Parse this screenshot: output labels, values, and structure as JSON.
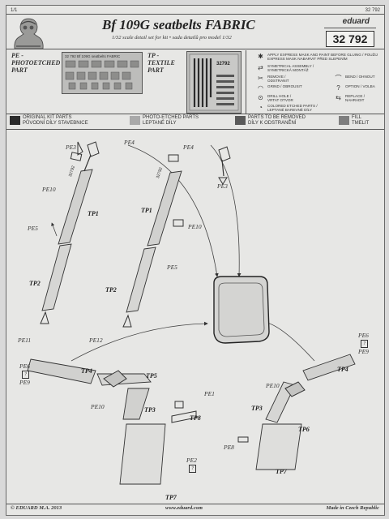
{
  "header": {
    "sheet_no": "1/1",
    "code_top": "32 792",
    "title": "Bf 109G seatbelts FABRIC",
    "subtitle": "1/32 scale detail set for kit • sada detailů pro model 1/32",
    "brand": "eduard",
    "catalog_number": "32 792"
  },
  "parts": {
    "pe_label": "PE - PHOTOETCHED PART",
    "tp_label": "TP - TEXTILE PART",
    "pe_fret_text": "32 792  Bf 109G seatbelts FABRIC",
    "tp_fret_text": "32792"
  },
  "legend": [
    {
      "icon": "star-icon",
      "glyph": "✱",
      "text": "APPLY EXPRESS MASK AND PAINT BEFORE GLUING / POUŽIJ EXPRESS MASK NABARVIT PŘED SLEPENÍM"
    },
    {
      "icon": "symmetry-icon",
      "glyph": "⇄",
      "text": "SYMETRICAL ASSEMBLY / SYMETRICKÁ MONTÁŽ"
    },
    {
      "icon": "remove-icon",
      "glyph": "✂",
      "text": "REMOVE / ODSTRANIT"
    },
    {
      "icon": "grind-icon",
      "glyph": "◠",
      "text": "GRIND / OBROUSIT"
    },
    {
      "icon": "drill-icon",
      "glyph": "⊙",
      "text": "DRILL HOLE / VRTAT OTVOR"
    },
    {
      "icon": "colored-icon",
      "glyph": "◔",
      "text": "COLORED ETCHED PARTS / LEPTANÉ BAREVNÉ DÍLY"
    },
    {
      "icon": "bend-icon",
      "glyph": "⌒",
      "text": "BEND / OHNOUT"
    },
    {
      "icon": "option-icon",
      "glyph": "?",
      "text": "OPTION / VOLBA"
    },
    {
      "icon": "replace-icon",
      "glyph": "⇆",
      "text": "REPLACE / NAHRADIT"
    }
  ],
  "color_key": [
    {
      "color": "#2b2b2b",
      "line1": "ORIGINAL KIT PARTS",
      "line2": "PŮVODNÍ DÍLY STAVEBNICE"
    },
    {
      "color": "#a9a9a9",
      "line1": "PHOTO-ETCHED PARTS",
      "line2": "LEPTANÉ DÍLY"
    },
    {
      "color": "#5a5a5a",
      "line1": "PARTS TO BE REMOVED",
      "line2": "DÍLY K ODSTRANĚNÍ"
    },
    {
      "color": "#7e7e7e",
      "line1": "FILL",
      "line2": "TMELIT"
    }
  ],
  "labels": {
    "pe3": "PE3",
    "pe4": "PE4",
    "pe10": "PE10",
    "pe5": "PE5",
    "pe11": "PE11",
    "pe12": "PE12",
    "tp1": "TP1",
    "tp2": "TP2",
    "tp3": "TP3",
    "tp4": "TP4",
    "tp5": "TP5",
    "tp6": "TP6",
    "tp7": "TP7",
    "tp8": "TP8",
    "pe1": "PE1",
    "pe2": "PE2",
    "pe6": "PE6",
    "pe8": "PE8",
    "pe9": "PE9",
    "q": "?",
    "belt_print_a": "32792",
    "belt_print_b": "32792"
  },
  "footer": {
    "copyright": "© EDUARD  M.A. 2013",
    "website": "www.eduard.com",
    "origin": "Made in Czech Republic"
  }
}
